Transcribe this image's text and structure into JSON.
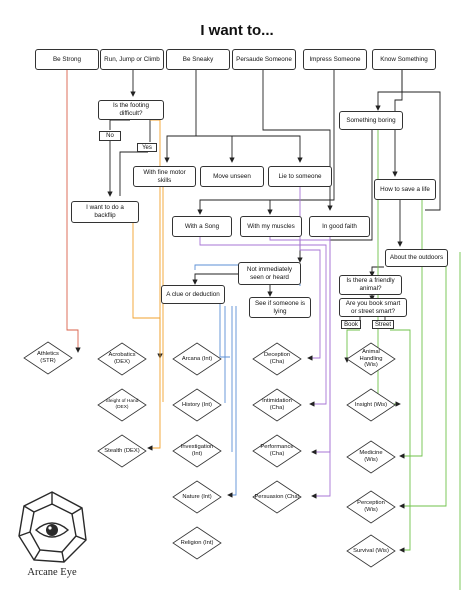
{
  "title": "I want to...",
  "questions": {
    "be_strong": "Be Strong",
    "run_jump_climb": "Run, Jump or Climb",
    "be_sneaky": "Be Sneaky",
    "persuade": "Persaude Someone",
    "impress": "Impress Someone",
    "know_something": "Know Something",
    "footing": "Is the footing difficult?",
    "something_boring": "Something boring",
    "fine_motor": "With fine motor skills",
    "move_unseen": "Move unseen",
    "lie": "Lie to someone",
    "save_life": "How to save a life",
    "backflip": "I want to do a backflip",
    "song": "With a Song",
    "muscles": "With my  muscles",
    "good_faith": "In good faith",
    "outdoors": "About the outdoors",
    "not_immediately": "Not immediately seen or heard",
    "friendly_animal": "Is there a friendly animal?",
    "clue": "A clue or deduction",
    "book_street": "Are you book smart or street smart?",
    "see_lying": "See if someone is lying"
  },
  "tags": {
    "no": "No",
    "yes": "Yes",
    "book": "Book",
    "street": "Street"
  },
  "skills": {
    "athletics": "Athletics (STR)",
    "acrobatics": "Acrobatics (DEX)",
    "sleight": "Sleight of Hand (DEX)",
    "stealth": "Stealth (DEX)",
    "arcana": "Arcana (Int)",
    "history": "History (Int)",
    "investigation": "Investigation (Int)",
    "nature": "Nature (Int)",
    "religion": "Religion (Int)",
    "deception": "Deception (Cha)",
    "intimidation": "Intimidation (Cha)",
    "performance": "Performance (Cha)",
    "persuasion": "Persuasion (Cha)",
    "animal_handling": "Animal Handling (Wis)",
    "insight": "Insight (Wis)",
    "medicine": "Medicine (Wis)",
    "perception": "Perception (Wis)",
    "survival": "Survival (Wis)"
  },
  "brand": "Arcane Eye",
  "colors": {
    "line": "#222222",
    "str": "#d9604a",
    "dex": "#f2a22c",
    "int": "#5b8fd6",
    "cha": "#a774d4",
    "wis": "#6fc24a"
  }
}
